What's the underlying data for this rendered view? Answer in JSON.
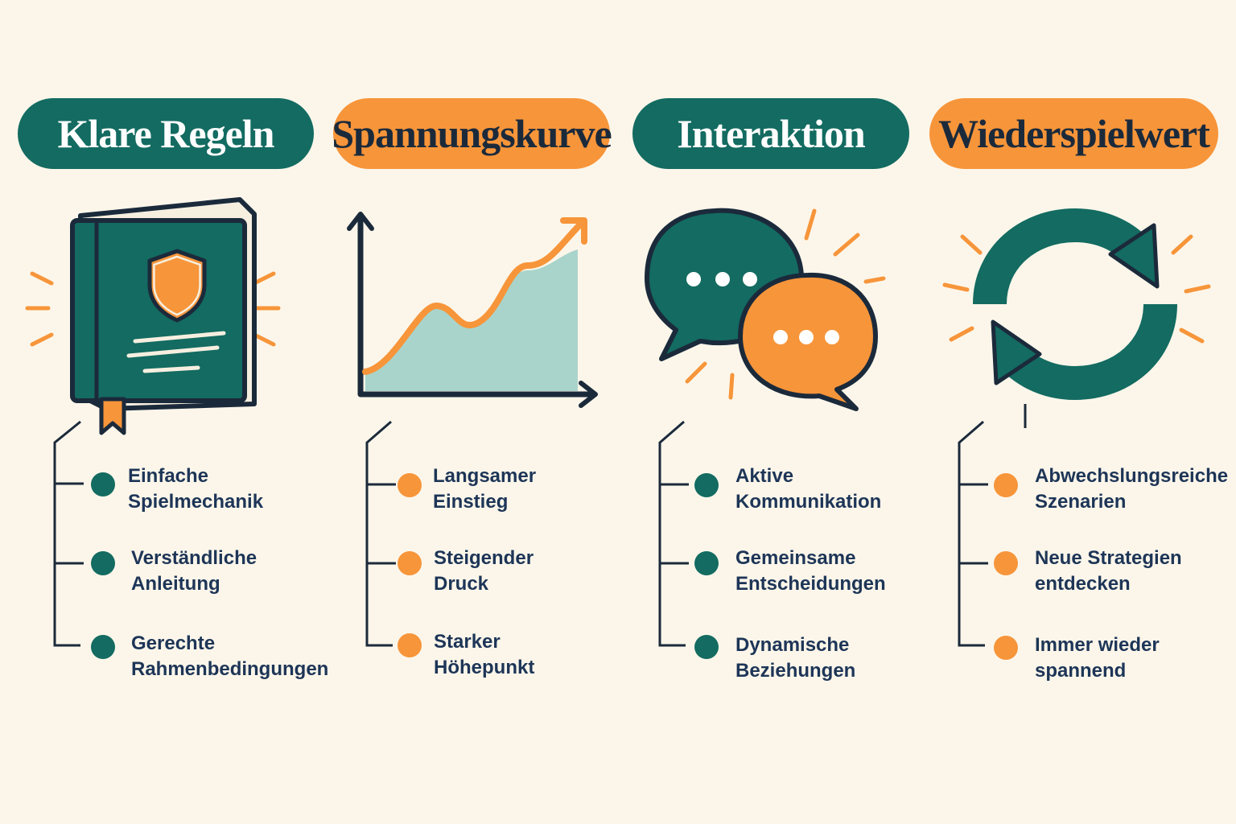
{
  "colors": {
    "teal": "#136b61",
    "orange": "#f7953a",
    "navy": "#1b2a3b",
    "mint": "#a9d4cb",
    "background": "#fcf6ea"
  },
  "columns": [
    {
      "title": "Klare Regeln",
      "color": "teal",
      "icon": "rulebook-shield-icon",
      "items": [
        {
          "line1": "Einfache",
          "line2": "Spielmechanik"
        },
        {
          "line1": "Verständliche",
          "line2": "Anleitung"
        },
        {
          "line1": "Gerechte",
          "line2": "Rahmenbedingungen"
        }
      ]
    },
    {
      "title": "Spannungskurve",
      "color": "orange",
      "icon": "rising-curve-chart-icon",
      "items": [
        {
          "line1": "Langsamer",
          "line2": "Einstieg"
        },
        {
          "line1": "Steigender",
          "line2": "Druck"
        },
        {
          "line1": "Starker",
          "line2": "Höhepunkt"
        }
      ]
    },
    {
      "title": "Interaktion",
      "color": "teal",
      "icon": "speech-bubbles-icon",
      "items": [
        {
          "line1": "Aktive",
          "line2": "Kommunikation"
        },
        {
          "line1": "Gemeinsame",
          "line2": "Entscheidungen"
        },
        {
          "line1": "Dynamische",
          "line2": "Beziehungen"
        }
      ]
    },
    {
      "title": "Wiederspielwert",
      "color": "orange",
      "icon": "refresh-cycle-icon",
      "items": [
        {
          "line1": "Abwechslungsreiche",
          "line2": "Szenarien"
        },
        {
          "line1": "Neue Strategien",
          "line2": "entdecken"
        },
        {
          "line1": "Immer wieder",
          "line2": "spannend"
        }
      ]
    }
  ]
}
